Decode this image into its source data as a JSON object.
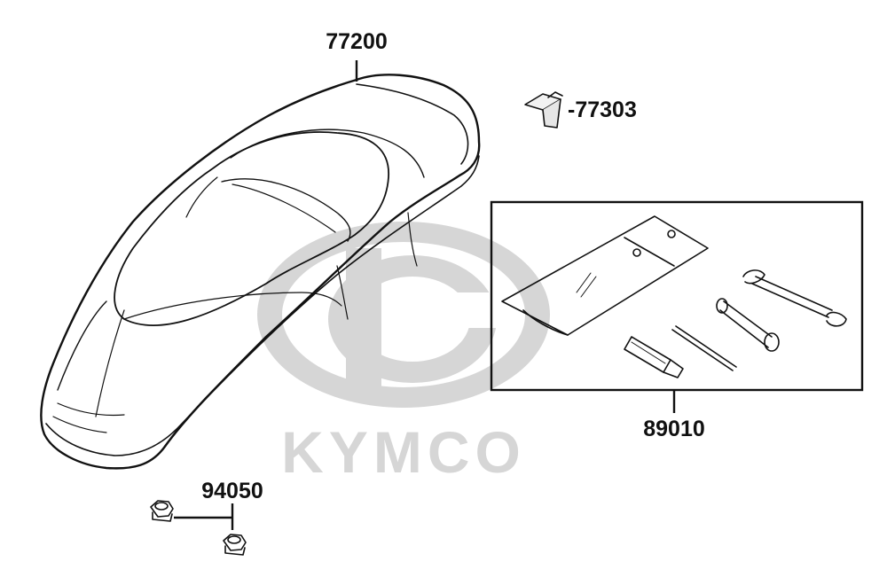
{
  "watermark": {
    "text": "KYMCO",
    "color": "#d6d6d6"
  },
  "colors": {
    "ink": "#111111",
    "background": "#ffffff"
  },
  "parts": {
    "seat": {
      "number": "77200",
      "item": "seat"
    },
    "hook": {
      "number": "77303",
      "item": "seat hook"
    },
    "tool_kit": {
      "number": "89010",
      "item": "tool kit"
    },
    "nut": {
      "number": "94050",
      "item": "nut"
    }
  },
  "connector_prefix": {
    "hook": "-"
  }
}
